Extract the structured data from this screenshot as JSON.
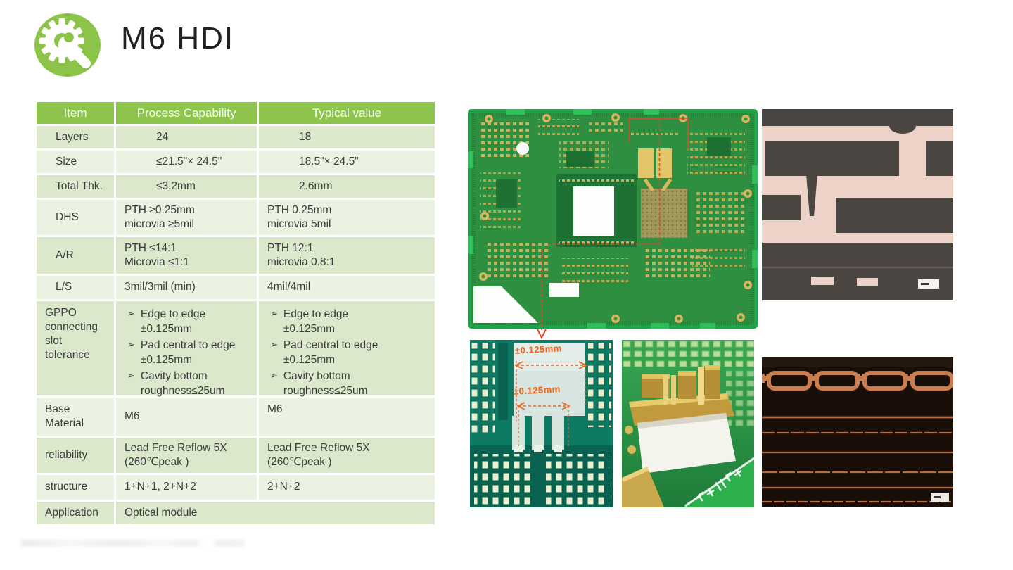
{
  "header": {
    "title": "M6 HDI",
    "logo_icon": "gear-wrench-icon",
    "logo_color": "#8cc449"
  },
  "table": {
    "bullet_char": "➢",
    "header_bg": "#8cc44c",
    "row_bg_dark": "#dbe8cb",
    "row_bg_light": "#ebf2e1",
    "columns": [
      "Item",
      "Process Capability",
      "Typical value"
    ],
    "rows": [
      {
        "item": "Layers",
        "cap": "24",
        "typ": "18"
      },
      {
        "item": "Size",
        "cap": "≤21.5\"× 24.5\"",
        "typ": "18.5\"× 24.5\""
      },
      {
        "item": "Total Thk.",
        "cap": "≤3.2mm",
        "typ": "2.6mm"
      },
      {
        "item": "DHS",
        "cap": "PTH ≥0.25mm\nmicrovia ≥5mil",
        "typ": "PTH 0.25mm\nmicrovia 5mil"
      },
      {
        "item": "A/R",
        "cap": "PTH ≤14:1\nMicrovia ≤1:1",
        "typ": "PTH 12:1\nmicrovia 0.8:1"
      },
      {
        "item": "L/S",
        "cap": "3mil/3mil (min)",
        "typ": "4mil/4mil"
      },
      {
        "item": "GPPO\nconnecting\nslot\ntolerance",
        "cap_bullets": [
          "Edge to edge\n±0.125mm",
          "Pad central to edge\n±0.125mm",
          "Cavity bottom\nroughness≤25um"
        ],
        "typ_bullets": [
          "Edge to edge\n±0.125mm",
          "Pad central to edge\n±0.125mm",
          "Cavity bottom\nroughness≤25um"
        ]
      },
      {
        "item": "Base\nMaterial",
        "cap": "M6",
        "typ": "M6"
      },
      {
        "item": "reliability",
        "cap": "Lead Free Reflow 5X\n(260℃peak )",
        "typ": "Lead Free Reflow 5X\n(260℃peak )"
      },
      {
        "item": "structure",
        "cap": "1+N+1, 2+N+2",
        "typ": "2+N+2"
      },
      {
        "item": "Application",
        "value": "Optical module"
      }
    ]
  },
  "annotations": {
    "dim1": "±0.125mm",
    "dim2": "±0.125mm",
    "annotation_color": "#e8661c"
  },
  "figures": {
    "main_pcb": "green HDI PCB panel with white cavity and red dimension callouts",
    "xsec_top": "microsection of filled microvia (copper pink / dark dielectric)",
    "detail_left": "cavity slot close-up with ±0.125mm tolerance arrows",
    "cavity_mid": "gold plated cavity macro photo",
    "xsec_bottom": "multilayer cross-section with copper traces"
  }
}
